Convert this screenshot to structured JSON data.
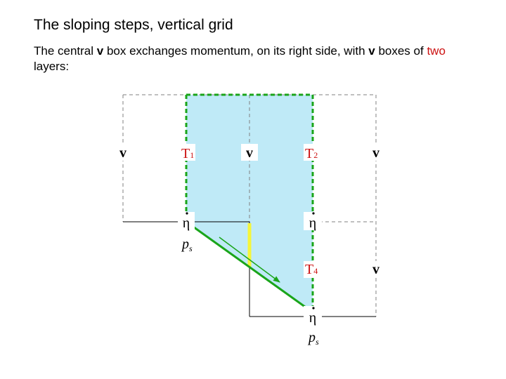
{
  "title": "The sloping steps, vertical grid",
  "description": {
    "part1": "The central ",
    "bold1": "v",
    "part2": " box exchanges momentum, on its right side, with ",
    "bold2": "v",
    "part3": " boxes of ",
    "highlight": "two",
    "part4": " layers:"
  },
  "labels": {
    "v_left": "v",
    "v_center": "v",
    "v_right": "v",
    "v_right_lower": "v",
    "t1": "T",
    "t1_sub": "1",
    "t2": "T",
    "t2_sub": "2",
    "t4": "T",
    "t4_sub": "4",
    "eta_left": "η",
    "eta_mid": "η",
    "eta_bottom": "η",
    "ps_left": "p",
    "ps_left_sub": "s",
    "ps_bottom": "p",
    "ps_bottom_sub": "s"
  },
  "colors": {
    "fill": "#bfeaf7",
    "green": "#1aa51a",
    "yellow": "#f5f53a",
    "red_label": "#cc1111",
    "dashed": "#808080"
  }
}
